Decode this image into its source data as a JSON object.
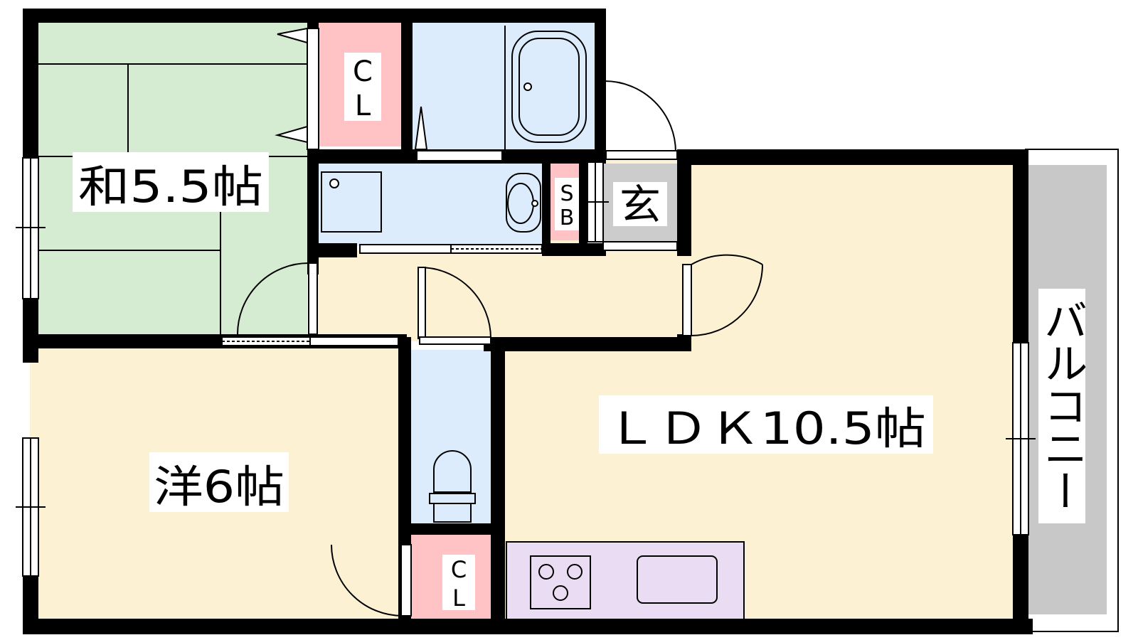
{
  "rooms": {
    "washitsu": {
      "label": "和5.5帖"
    },
    "yoshitsu": {
      "label": "洋6帖"
    },
    "ldk": {
      "label": "ＬＤＫ10.5帖"
    },
    "closet_top": {
      "label_1": "C",
      "label_2": "L"
    },
    "closet_bottom": {
      "label_1": "C",
      "label_2": "L"
    },
    "shoebox": {
      "label_1": "S",
      "label_2": "B"
    },
    "genkan": {
      "label": "玄"
    },
    "balcony": {
      "label": "バルコニー"
    }
  },
  "colors": {
    "wall": "#000000",
    "tatami": "#d5ebd2",
    "floor": "#fdf1d4",
    "water": "#dcecfd",
    "closet": "#ffc3c6",
    "kitchen": "#eadcf2",
    "genkan": "#cccccc",
    "balcony": "#c8c8c8"
  }
}
